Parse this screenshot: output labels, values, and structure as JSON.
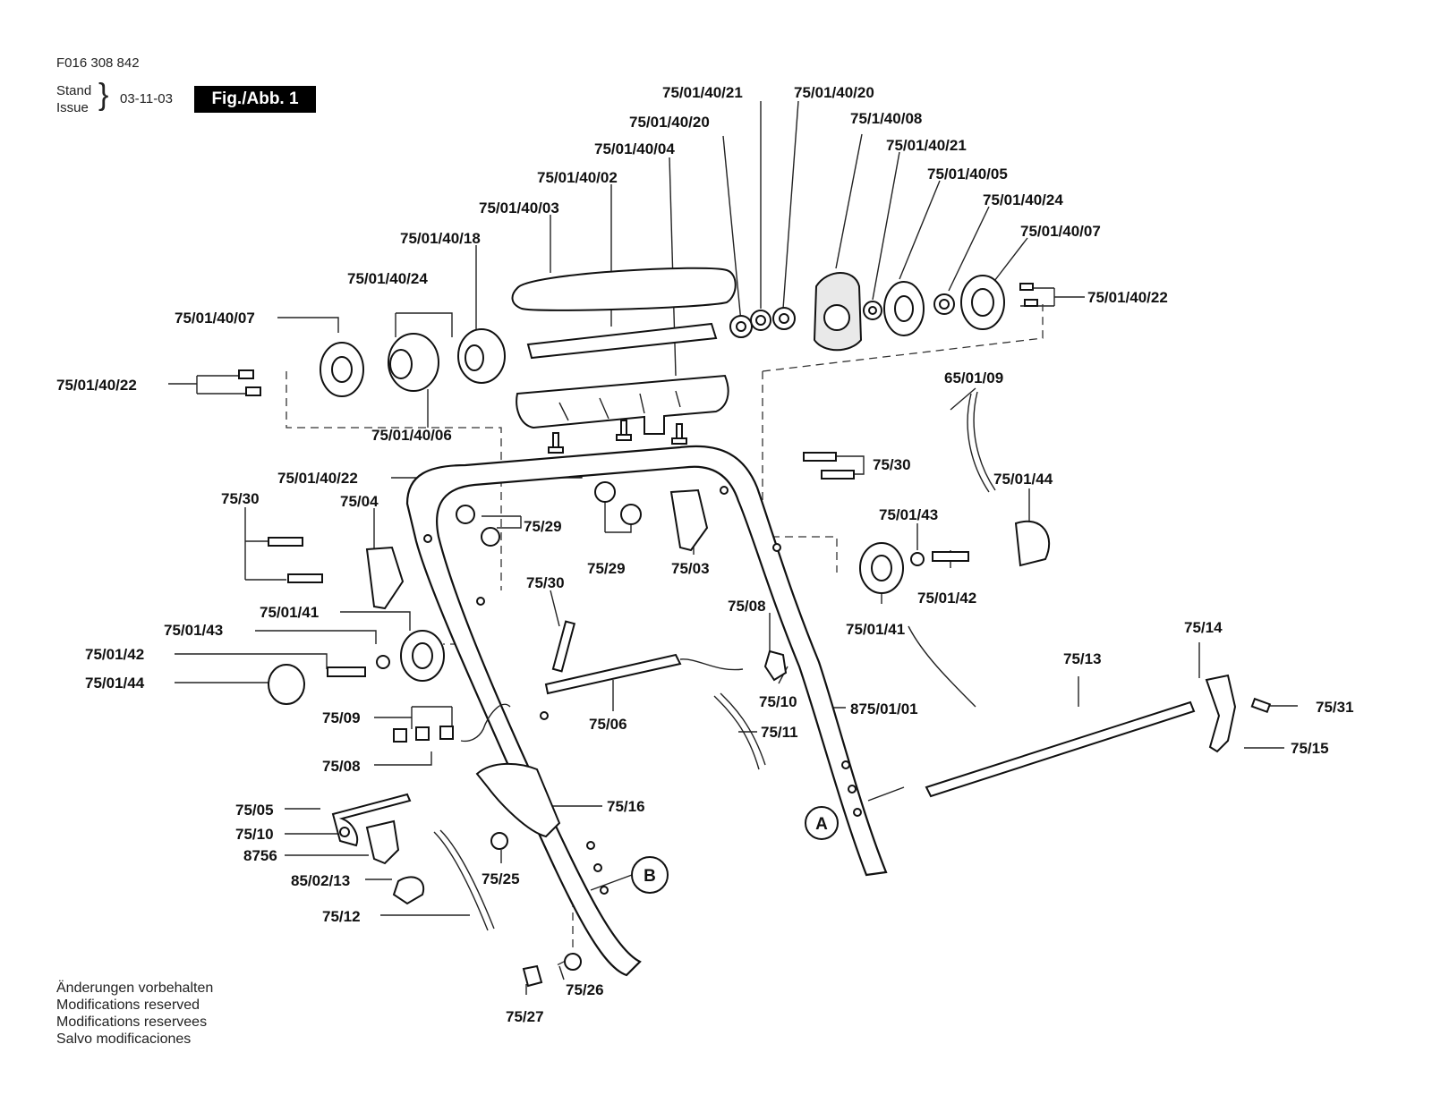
{
  "header": {
    "doc_number": "F016 308 842",
    "stand_label": "Stand",
    "issue_label": "Issue",
    "date": "03-11-03",
    "figure": "Fig./Abb. 1"
  },
  "notes": [
    "Änderungen vorbehalten",
    "Modifications reserved",
    "Modifications reservees",
    "Salvo modificaciones"
  ],
  "refs": {
    "a": "A",
    "b": "B"
  },
  "labels": [
    "75/01/40/21",
    "75/01/40/20",
    "75/01/40/20",
    "75/1/40/08",
    "75/01/40/04",
    "75/01/40/21",
    "75/01/40/02",
    "75/01/40/05",
    "75/01/40/03",
    "75/01/40/24",
    "75/01/40/18",
    "75/01/40/07",
    "75/01/40/24",
    "75/01/40/22",
    "75/01/40/07",
    "75/01/40/22",
    "65/01/09",
    "75/01/40/06",
    "75/30",
    "75/01/40/22",
    "75/01/44",
    "75/30",
    "75/04",
    "75/01/43",
    "75/29",
    "75/29",
    "75/03",
    "75/01/42",
    "75/30",
    "75/01/41",
    "75/01/41",
    "75/08",
    "75/14",
    "75/01/43",
    "75/13",
    "75/01/42",
    "75/01/44",
    "75/10",
    "875/01/01",
    "75/31",
    "75/09",
    "75/06",
    "75/11",
    "75/08",
    "75/15",
    "75/16",
    "75/05",
    "75/10",
    "8756",
    "75/25",
    "85/02/13",
    "75/12",
    "75/26",
    "75/27"
  ]
}
